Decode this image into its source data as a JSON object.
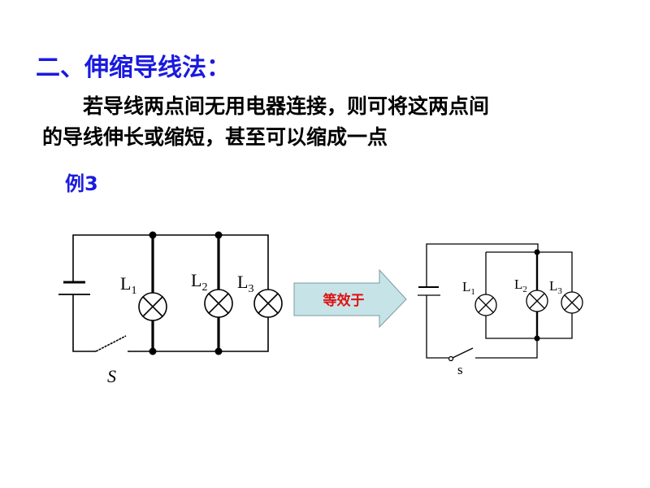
{
  "title": "二、伸缩导线法：",
  "body": {
    "line1": "若导线两点间无用电器连接，则可将这两点间",
    "line2": "的导线伸长或缩短，甚至可以缩成一点"
  },
  "example_label": "例3",
  "arrow_label": "等效于",
  "left_circuit": {
    "lamps": [
      {
        "letter": "L",
        "sub": "1"
      },
      {
        "letter": "L",
        "sub": "2"
      },
      {
        "letter": "L",
        "sub": "3"
      }
    ],
    "switch_label": "S"
  },
  "right_circuit": {
    "lamps": [
      {
        "letter": "L",
        "sub": "1"
      },
      {
        "letter": "L",
        "sub": "2"
      },
      {
        "letter": "L",
        "sub": "3"
      }
    ],
    "switch_label": "s"
  },
  "colors": {
    "heading": "#1a1adf",
    "arrow_fill": "#c6e4e8",
    "arrow_text": "#e01010"
  }
}
